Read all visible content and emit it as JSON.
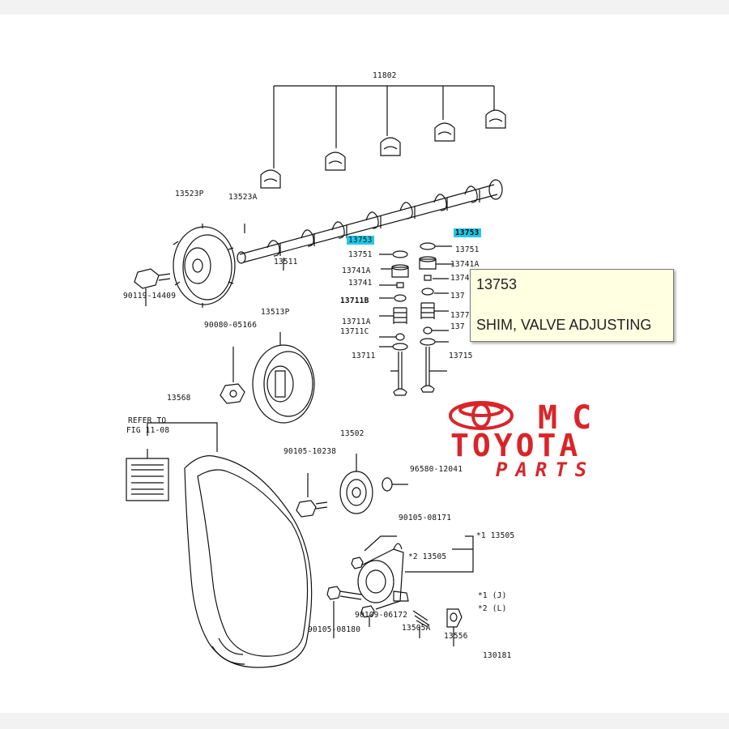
{
  "diagram": {
    "page_number": "130181",
    "labels": {
      "p11802": "11802",
      "p13523P": "13523P",
      "p13523A": "13523A",
      "p13511": "13511",
      "p13753_left": "13753",
      "p13753_right": "13753",
      "p13751_left": "13751",
      "p13751_right": "13751",
      "p13741A_left": "13741A",
      "p13741A_right": "13741A",
      "p13741_left": "13741",
      "p13741_right": "1374",
      "p13711B_left": "13711B",
      "p13711B_right": "137",
      "p13711A_left": "13711A",
      "p13711A_right": "1377",
      "p13711C_left": "13711C",
      "p13711C_right": "137",
      "p13711": "13711",
      "p13715": "13715",
      "p90119": "90119-14409",
      "p90080_05166": "90080-05166",
      "p13513P": "13513P",
      "p13568": "13568",
      "refer_to_1": "REFER TO",
      "refer_to_2": "FIG 11-08",
      "p13502": "13502",
      "p90105_10238": "90105-10238",
      "p96580_12041": "96580-12041",
      "p90105_08171": "90105-08171",
      "p13505_a": "*1 13505",
      "p13505_b": "*2 13505",
      "p13505A": "13505A",
      "p90105_08180": "90105-08180",
      "p90109_06172": "90109-06172",
      "p13556": "13556",
      "note1": "*1 (J)",
      "note2": "*2 (L)"
    }
  },
  "tooltip": {
    "part_number": "13753",
    "description": "SHIM, VALVE ADJUSTING"
  },
  "logo": {
    "line1": "MC",
    "line2": "TOYOTA",
    "line3": "PARTS",
    "color": "#d9252a"
  },
  "colors": {
    "highlight": "#22c7e8",
    "line": "#111111"
  }
}
